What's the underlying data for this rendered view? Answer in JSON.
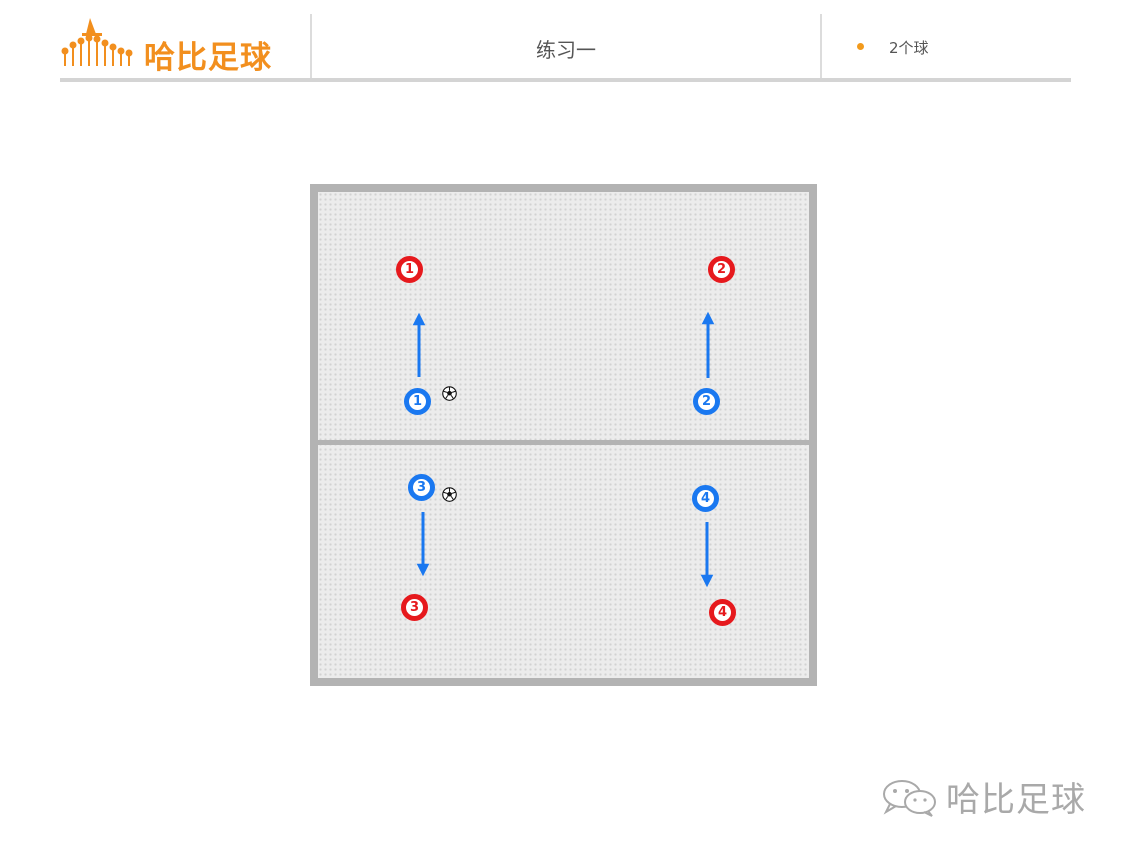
{
  "header": {
    "logo_text": "哈比足球",
    "title": "练习一",
    "bullet_text": "2个球"
  },
  "diagram": {
    "red_players": [
      {
        "label": "1"
      },
      {
        "label": "2"
      },
      {
        "label": "3"
      },
      {
        "label": "4"
      }
    ],
    "blue_players": [
      {
        "label": "1"
      },
      {
        "label": "2"
      },
      {
        "label": "3"
      },
      {
        "label": "4"
      }
    ]
  },
  "watermark": {
    "text": "哈比足球"
  },
  "colors": {
    "brand_orange": "#f28f1e",
    "red": "#e6191d",
    "blue": "#1a78f0",
    "field": "#ececec",
    "border": "#b3b3b3"
  },
  "icons": {
    "logo": "haobi-logo-icon",
    "ball": "soccer-ball-icon",
    "wechat": "wechat-icon"
  }
}
